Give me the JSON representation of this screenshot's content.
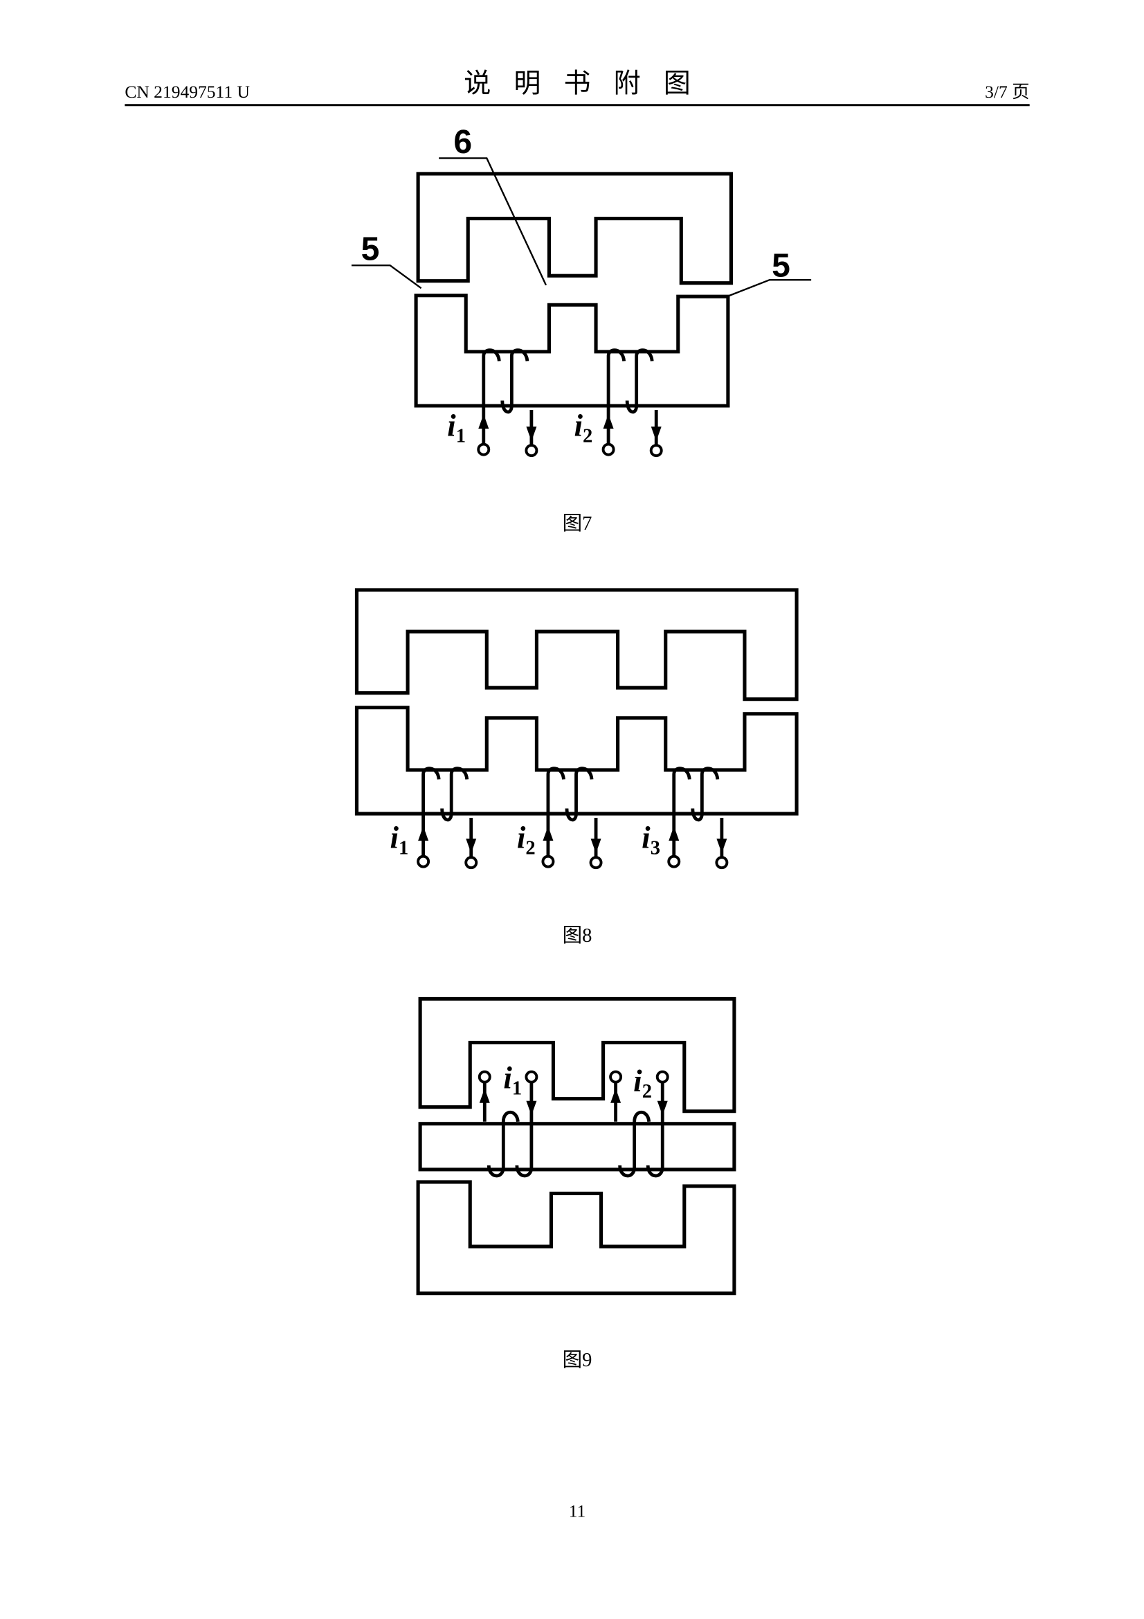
{
  "header": {
    "doc_number": "CN 219497511 U",
    "title": "说明书附图",
    "page_of": "3/7 页"
  },
  "figures": [
    {
      "caption": "图7",
      "reference_numerals": {
        "left": "5",
        "right": "5",
        "center": "6"
      },
      "currents": [
        {
          "symbol": "i",
          "subscript": "1"
        },
        {
          "symbol": "i",
          "subscript": "2"
        }
      ]
    },
    {
      "caption": "图8",
      "currents": [
        {
          "symbol": "i",
          "subscript": "1"
        },
        {
          "symbol": "i",
          "subscript": "2"
        },
        {
          "symbol": "i",
          "subscript": "3"
        }
      ]
    },
    {
      "caption": "图9",
      "currents": [
        {
          "symbol": "i",
          "subscript": "1"
        },
        {
          "symbol": "i",
          "subscript": "2"
        }
      ]
    }
  ],
  "footer": {
    "page_number": "11"
  },
  "colors": {
    "ink": "#000000",
    "paper": "#ffffff"
  }
}
